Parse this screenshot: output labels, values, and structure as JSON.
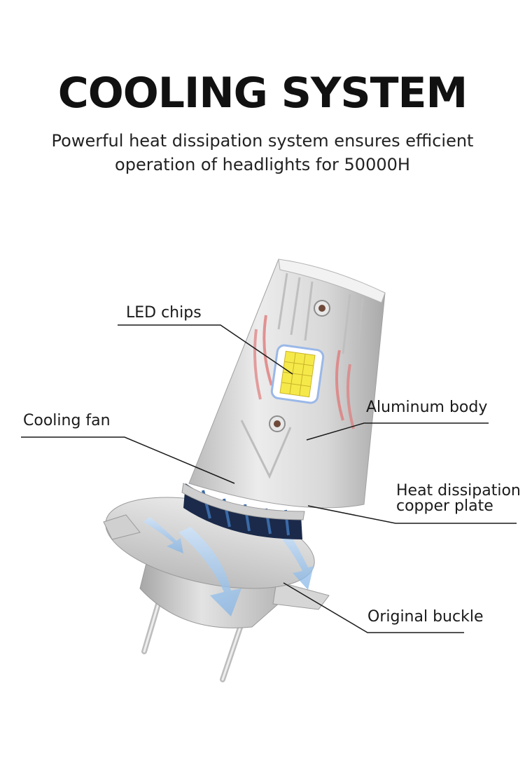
{
  "header": {
    "title": "COOLING SYSTEM",
    "subtitle_line1": "Powerful heat dissipation system ensures efficient",
    "subtitle_line2": "operation of headlights for 50000H"
  },
  "labels": {
    "led_chips": "LED chips",
    "cooling_fan": "Cooling fan",
    "aluminum_body": "Aluminum body",
    "heat_dissipation_line1": "Heat dissipation",
    "heat_dissipation_line2": "copper plate",
    "original_buckle": "Original buckle"
  },
  "colors": {
    "body": "#dcdcdc",
    "chip": "#f5e94a",
    "heat_arrows": "#e07a7a",
    "airflow": "#9fc6ee",
    "fan": "#1b2a4a"
  }
}
